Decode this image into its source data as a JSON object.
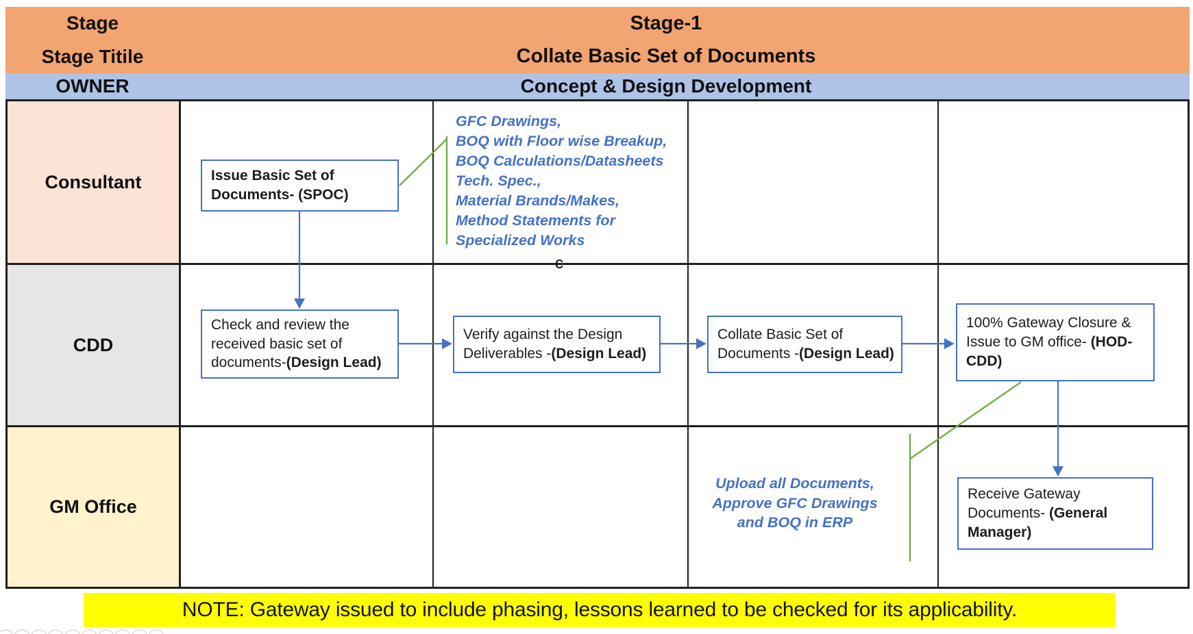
{
  "header": {
    "stage_label": "Stage",
    "stage_value": "Stage-1",
    "stage_title_label": "Stage Titile",
    "stage_title_value": "Collate Basic Set of Documents",
    "owner_label": "OWNER",
    "owner_value": "Concept & Design Development"
  },
  "lanes": [
    {
      "label": "Consultant"
    },
    {
      "label": "CDD"
    },
    {
      "label": "GM Office"
    }
  ],
  "boxes": {
    "issue": {
      "main": "",
      "bold": "Issue Basic Set of Documents- (SPOC)"
    },
    "check": {
      "main": "Check and review the received basic set of documents-",
      "bold": "(Design Lead)"
    },
    "verify": {
      "main": "Verify against the Design Deliverables  -",
      "bold": "(Design Lead)"
    },
    "collate": {
      "main": "Collate Basic Set of Documents -",
      "bold": "(Design Lead)"
    },
    "gateway": {
      "main": "100% Gateway Closure & Issue to GM office- ",
      "bold": "(HOD-CDD)"
    },
    "receive": {
      "main": "Receive Gateway Documents- ",
      "bold": "(General Manager)"
    }
  },
  "annotations": {
    "consultant_deliverables": {
      "lines": [
        "GFC Drawings,",
        "BOQ with Floor wise Breakup,",
        "BOQ Calculations/Datasheets",
        "Tech. Spec.,",
        "Material Brands/Makes,",
        "Method Statements for",
        "Specialized Works"
      ]
    },
    "gm_office_actions": {
      "lines": [
        "Upload all Documents,",
        "Approve GFC Drawings",
        "and BOQ in ERP"
      ]
    },
    "stray_character": "c"
  },
  "note": "NOTE: Gateway issued to include phasing, lessons learned to be checked for its applicability.",
  "colors": {
    "header_orange": "#F2A471",
    "owner_blue": "#AEC3E5",
    "lane_consultant": "#FBE3D6",
    "lane_cdd": "#E7E6E6",
    "lane_gm": "#FFF2CC",
    "box_border_blue": "#4472C4",
    "arrow_blue": "#4472C4",
    "connector_green": "#70AD47",
    "annotation_blue": "#4472C4",
    "note_yellow": "#FFFF00"
  }
}
